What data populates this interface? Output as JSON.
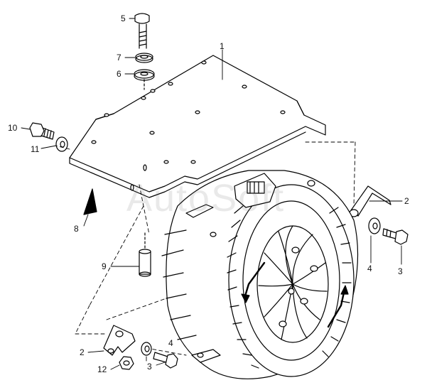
{
  "figure": {
    "watermark": "AutoSoft",
    "callouts": {
      "c1": "1",
      "c2_right": "2",
      "c2_left": "2",
      "c3_right": "3",
      "c3_bottom": "3",
      "c4_right": "4",
      "c4_bottom": "4",
      "c5": "5",
      "c6": "6",
      "c7": "7",
      "c8": "8",
      "c9": "9",
      "c10": "10",
      "c11": "11",
      "c12": "12"
    }
  }
}
